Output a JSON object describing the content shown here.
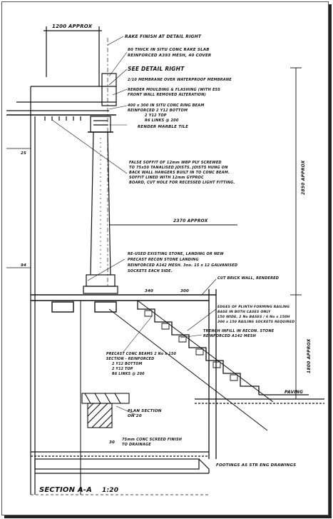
{
  "title": "SECTION A-A",
  "scale": "1:20",
  "notes": {
    "width_dim": "1200 APPROX",
    "rake_finish": "RAKE FINISH AT DETAIL RIGHT",
    "slab_thick": "80 THICK IN SITU CONC RAKE SLAB",
    "slab_reinf": "REINFORCED A393 MESH, 40 COVER",
    "see_detail": "SEE DETAIL RIGHT",
    "tile_membrane": "2/10 MEMBRANE OVER WATERPROOF MEMBRANE",
    "render_moulding_1": "RENDER MOULDING & FLASHING (WITH ESS",
    "render_moulding_2": "FRONT WALL REMOVED ALTERATION)",
    "beam_1": "400 x 300 IN SITU CONC RING BEAM",
    "beam_2": "REINFORCED 2 Y12 BOTTOM",
    "beam_3": "2 Y12 TOP",
    "beam_4": "R6 LINKS @ 200",
    "render_marble": "RENDER MARBLE TILE",
    "soffit_1": "FALSE SOFFIT OF 12mm WBP PLY SCREWED",
    "soffit_2": "TO 75x50 TANALISED JOISTS. JOISTS HUNG ON",
    "soffit_3": "BACK WALL HANGERS BUILT IN TO CONC BEAM.",
    "soffit_4": "SOFFIT LINED WITH 12mm GYPROC",
    "soffit_5": "BOARD, CUT HOLE FOR RECESSED LIGHT FITTING.",
    "height_right": "2850 APPROX",
    "mid_dim": "2370 APPROX",
    "stone_1": "RE-USED EXISTING STONE, LANDING OR NEW",
    "stone_2": "PRECAST RECON STONE LANDING",
    "stone_3": "REINFORCED A142 MESH. 3no. 15 x 12 GALVANISED",
    "stone_4": "SOCKETS EACH SIDE.",
    "mark_25": "25",
    "mark_94": "94",
    "dim_340": "340",
    "dim_300": "300",
    "brick_wall": "CUT BRICK WALL, RENDERED",
    "treads_1": "EDGES OF PLINTH FORMING RAILING",
    "treads_2": "BASE IN BOTH CASES ONLY",
    "treads_3": "150 WIDE, 2 No BASES / 6 No x 150H",
    "treads_4": "300 x 150 RAILING SOCKETS REQUIRED",
    "trench_1": "TRENCH INFILL IN RECON. STONE",
    "trench_2": "REINFORCED A142 MESH",
    "height_low": "1800 APPROX",
    "paving": "PAVING",
    "precast_1": "PRECAST CONC BEAMS 2 No x 150",
    "precast_2": "SECTION - REINFORCED",
    "precast_3": "2 Y12 BOTTOM",
    "precast_4": "2 Y12 TOP",
    "precast_5": "R6 LINKS @ 200",
    "plan_section": "PLAN SECTION",
    "plan_section_2": "ON 20",
    "mark_30": "30",
    "footing_1": "75mm CONC SCREED FINISH",
    "footing_2": "TO DRAINAGE",
    "footings": "FOOTINGS AS STR ENG DRAWINGS"
  }
}
